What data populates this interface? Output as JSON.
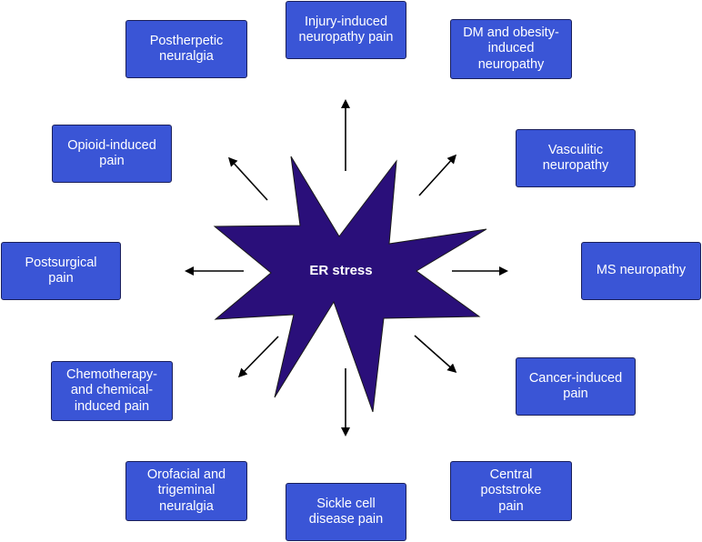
{
  "colors": {
    "star_fill": "#2a0f7a",
    "box_fill": "#3a55d6",
    "box_border": "#1a1f5a",
    "arrow": "#000000",
    "text": "#ffffff"
  },
  "center": {
    "label": "ER stress"
  },
  "nodes": [
    {
      "id": "injury",
      "label": "Injury-induced\nneuropathy pain"
    },
    {
      "id": "dm",
      "label": "DM and obesity-\ninduced\nneuropathy"
    },
    {
      "id": "vasculitic",
      "label": "Vasculitic\nneuropathy"
    },
    {
      "id": "ms",
      "label": "MS neuropathy"
    },
    {
      "id": "cancer",
      "label": "Cancer-induced\npain"
    },
    {
      "id": "central",
      "label": "Central\npoststroke\npain"
    },
    {
      "id": "sickle",
      "label": "Sickle cell\ndisease pain"
    },
    {
      "id": "orofacial",
      "label": "Orofacial and\ntrigeminal\nneuralgia"
    },
    {
      "id": "chemo",
      "label": "Chemotherapy-\nand chemical-\ninduced pain"
    },
    {
      "id": "postsurgical",
      "label": "Postsurgical\npain"
    },
    {
      "id": "opioid",
      "label": "Opioid-induced\npain"
    },
    {
      "id": "postherpetic",
      "label": "Postherpetic\nneuralgia"
    }
  ]
}
